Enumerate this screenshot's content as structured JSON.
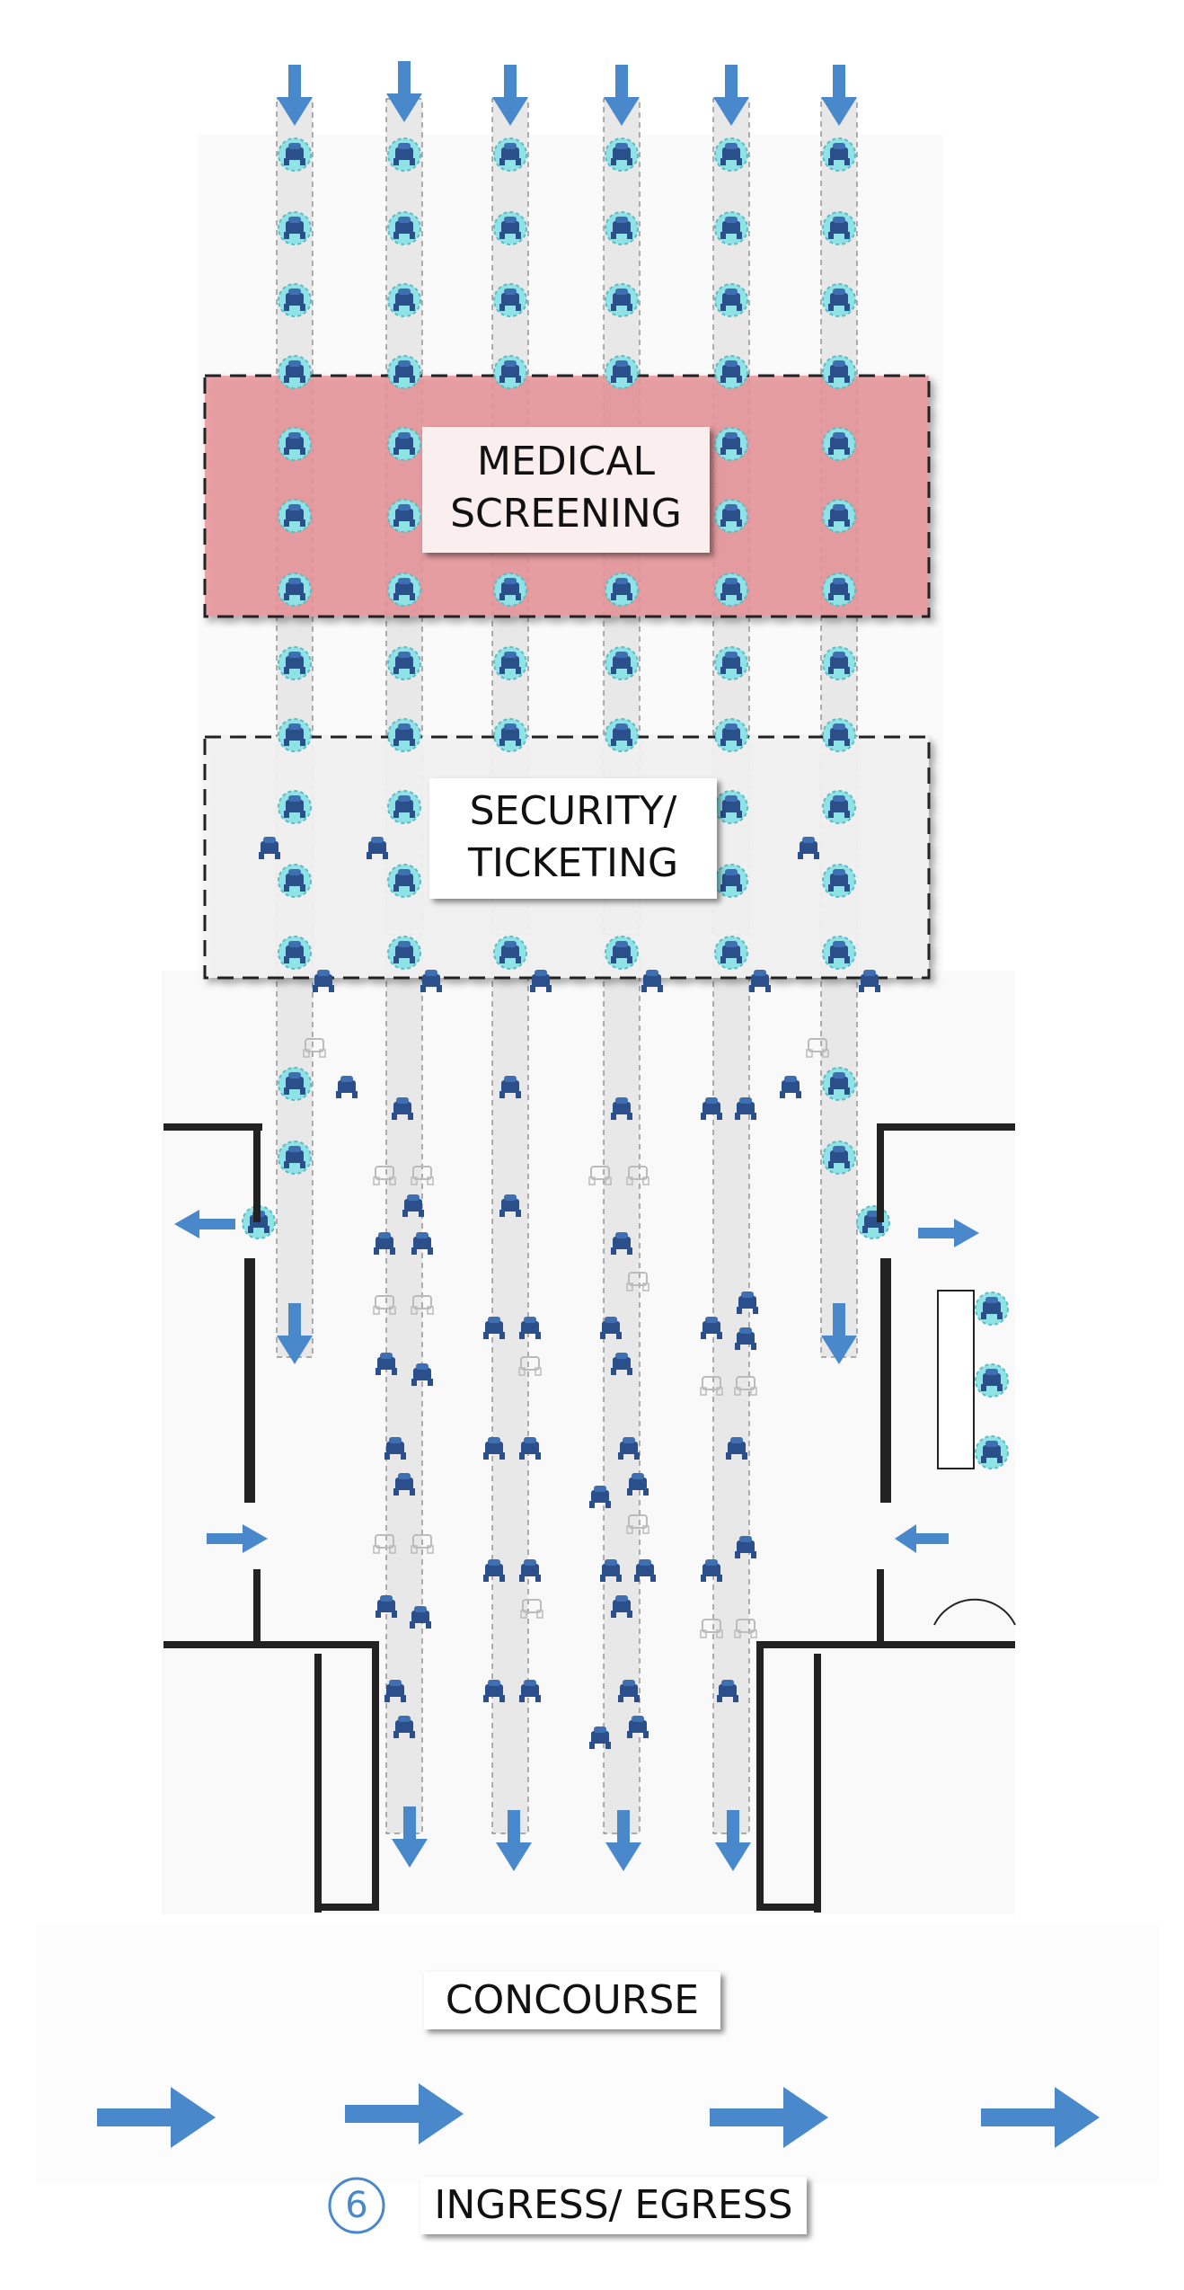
{
  "zones": {
    "medical": {
      "line1": "MEDICAL",
      "line2": "SCREENING"
    },
    "security": {
      "line1": "SECURITY/",
      "line2": "TICKETING"
    },
    "concourse": "CONCOURSE"
  },
  "footer": {
    "step_number": "6",
    "title": "INGRESS/ EGRESS"
  },
  "colors": {
    "arrow": "#4a88cc",
    "medical_zone": "#e8959a",
    "security_zone": "#f3f3f3",
    "lane": "#e8e8e8",
    "person_waiting": "#8fe3e6",
    "person_dark": "#2a4f8a",
    "wall": "#222222"
  },
  "icons": [
    "arrow-down-icon",
    "arrow-right-icon",
    "arrow-left-icon",
    "person-icon",
    "circle-6-icon"
  ]
}
